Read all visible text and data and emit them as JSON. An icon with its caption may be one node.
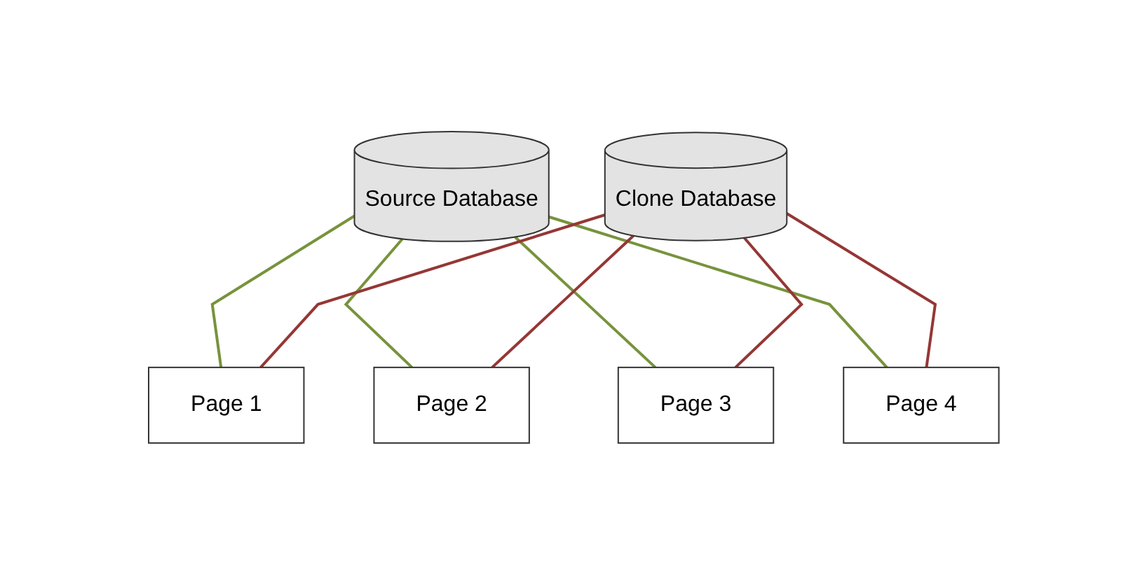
{
  "diagram": {
    "nodes": [
      {
        "text": [
          "Source Database"
        ]
      },
      {
        "text": [
          "Clone Database"
        ]
      },
      {
        "text": [
          "Page 1"
        ]
      },
      {
        "text": [
          "Page 2"
        ]
      },
      {
        "text": [
          "Page 3"
        ]
      },
      {
        "text": [
          "Page 4"
        ]
      }
    ],
    "edges": [
      {
        "from": 0,
        "to": 2,
        "arrow": "none",
        "color": "#77933c"
      },
      {
        "from": 0,
        "to": 3,
        "arrow": "none",
        "color": "#77933c"
      },
      {
        "from": 0,
        "to": 4,
        "arrow": "none",
        "color": "#77933c"
      },
      {
        "from": 0,
        "to": 5,
        "arrow": "none",
        "color": "#77933c"
      },
      {
        "from": 1,
        "to": 2,
        "arrow": "none",
        "color": "#953735"
      },
      {
        "from": 1,
        "to": 3,
        "arrow": "none",
        "color": "#953735"
      },
      {
        "from": 1,
        "to": 4,
        "arrow": "none",
        "color": "#953735"
      },
      {
        "from": 1,
        "to": 5,
        "arrow": "none",
        "color": "#953735"
      }
    ]
  }
}
